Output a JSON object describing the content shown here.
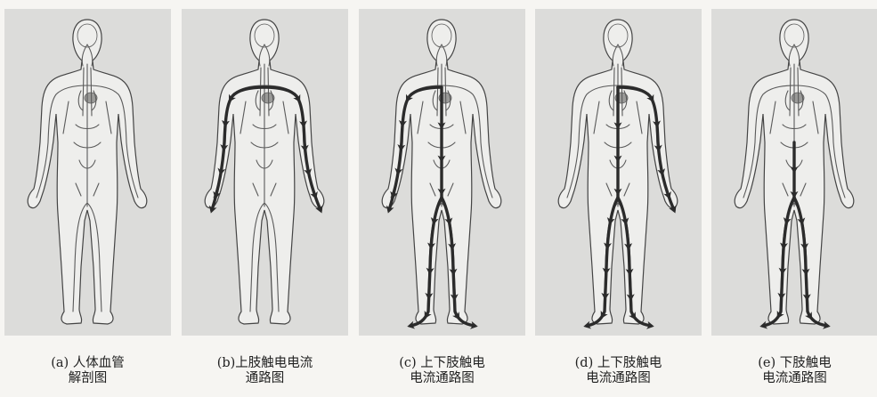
{
  "figures": [
    {
      "id": "a",
      "label": "(a)",
      "line1": "人体血管",
      "line2": "解剖图",
      "arrows": []
    },
    {
      "id": "b",
      "label": "(b)",
      "line1": "上肢触电电流",
      "line2": "通路图",
      "arrows": [
        "left-arm",
        "right-arm"
      ]
    },
    {
      "id": "c",
      "label": "(c)",
      "line1": "上下肢触电",
      "line2": "电流通路图",
      "arrows": [
        "left-arm",
        "torso",
        "left-leg",
        "right-leg"
      ]
    },
    {
      "id": "d",
      "label": "(d)",
      "line1": "上下肢触电",
      "line2": "电流通路图",
      "arrows": [
        "right-arm",
        "torso",
        "left-leg",
        "right-leg"
      ]
    },
    {
      "id": "e",
      "label": "(e)",
      "line1": "下肢触电",
      "line2": "电流通路图",
      "arrows": [
        "pelvis",
        "left-leg",
        "right-leg"
      ]
    }
  ],
  "colors": {
    "panel_bg": "#dcdcda",
    "outline": "#444444",
    "vessel": "#5a5a5a",
    "arrow": "#2b2b2b"
  }
}
